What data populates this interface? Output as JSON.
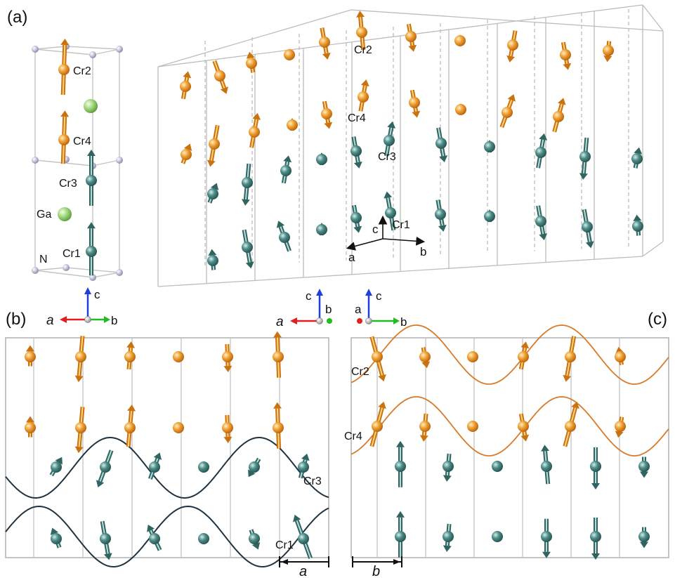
{
  "panels": {
    "a": {
      "label": "(a)"
    },
    "b": {
      "label": "(b)"
    },
    "c": {
      "label": "(c)"
    }
  },
  "unit_cell_labels": {
    "cr2": "Cr2",
    "cr4": "Cr4",
    "cr3": "Cr3",
    "cr1": "Cr1",
    "ga": "Ga",
    "n": "N"
  },
  "supercell_labels": {
    "cr2": "Cr2",
    "cr4": "Cr4",
    "cr3": "Cr3",
    "cr1": "Cr1",
    "axis_a": "a",
    "axis_b": "b",
    "axis_c": "c"
  },
  "panel_b_labels": {
    "cr3": "Cr3",
    "cr1": "Cr1",
    "scale": "a"
  },
  "panel_c_labels": {
    "cr2": "Cr2",
    "cr4": "Cr4",
    "scale": "b"
  },
  "triads": {
    "b_left": {
      "a": "a",
      "b": "b",
      "c": "c"
    },
    "b_right": {
      "a": "a",
      "b": "b",
      "c": "c"
    },
    "c_left": {
      "a": "a",
      "b": "b",
      "c": "c"
    }
  },
  "colors": {
    "cr_orange": "#e68a1c",
    "cr_teal": "#3e7b78",
    "ga_green": "#93cf6a",
    "n_lavender": "#b4b4d2",
    "wave_dark": "#1f3341",
    "wave_orange": "#d97a2a",
    "cell_line": "#b9b9b9",
    "axis_red": "#e02020",
    "axis_green": "#22bb22",
    "axis_blue": "#1c3fdd"
  }
}
